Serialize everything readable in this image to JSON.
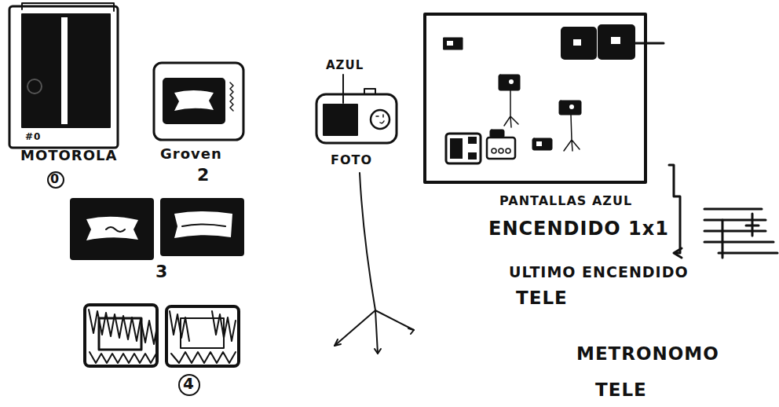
{
  "diagram": {
    "nodes": [
      {
        "text": [
          "#0",
          "MOTOROLA"
        ]
      },
      {
        "text": [
          "Groven"
        ]
      },
      {
        "text": [
          "FOTO"
        ]
      }
    ],
    "labels": [
      "0",
      "2",
      "3",
      "4",
      "AZUL",
      "PANTALLAS AZUL",
      "ENCENDIDO 1x1",
      "ULTIMO ENCENDIDO",
      "TELE",
      "METRONOMO",
      "TELE"
    ]
  }
}
